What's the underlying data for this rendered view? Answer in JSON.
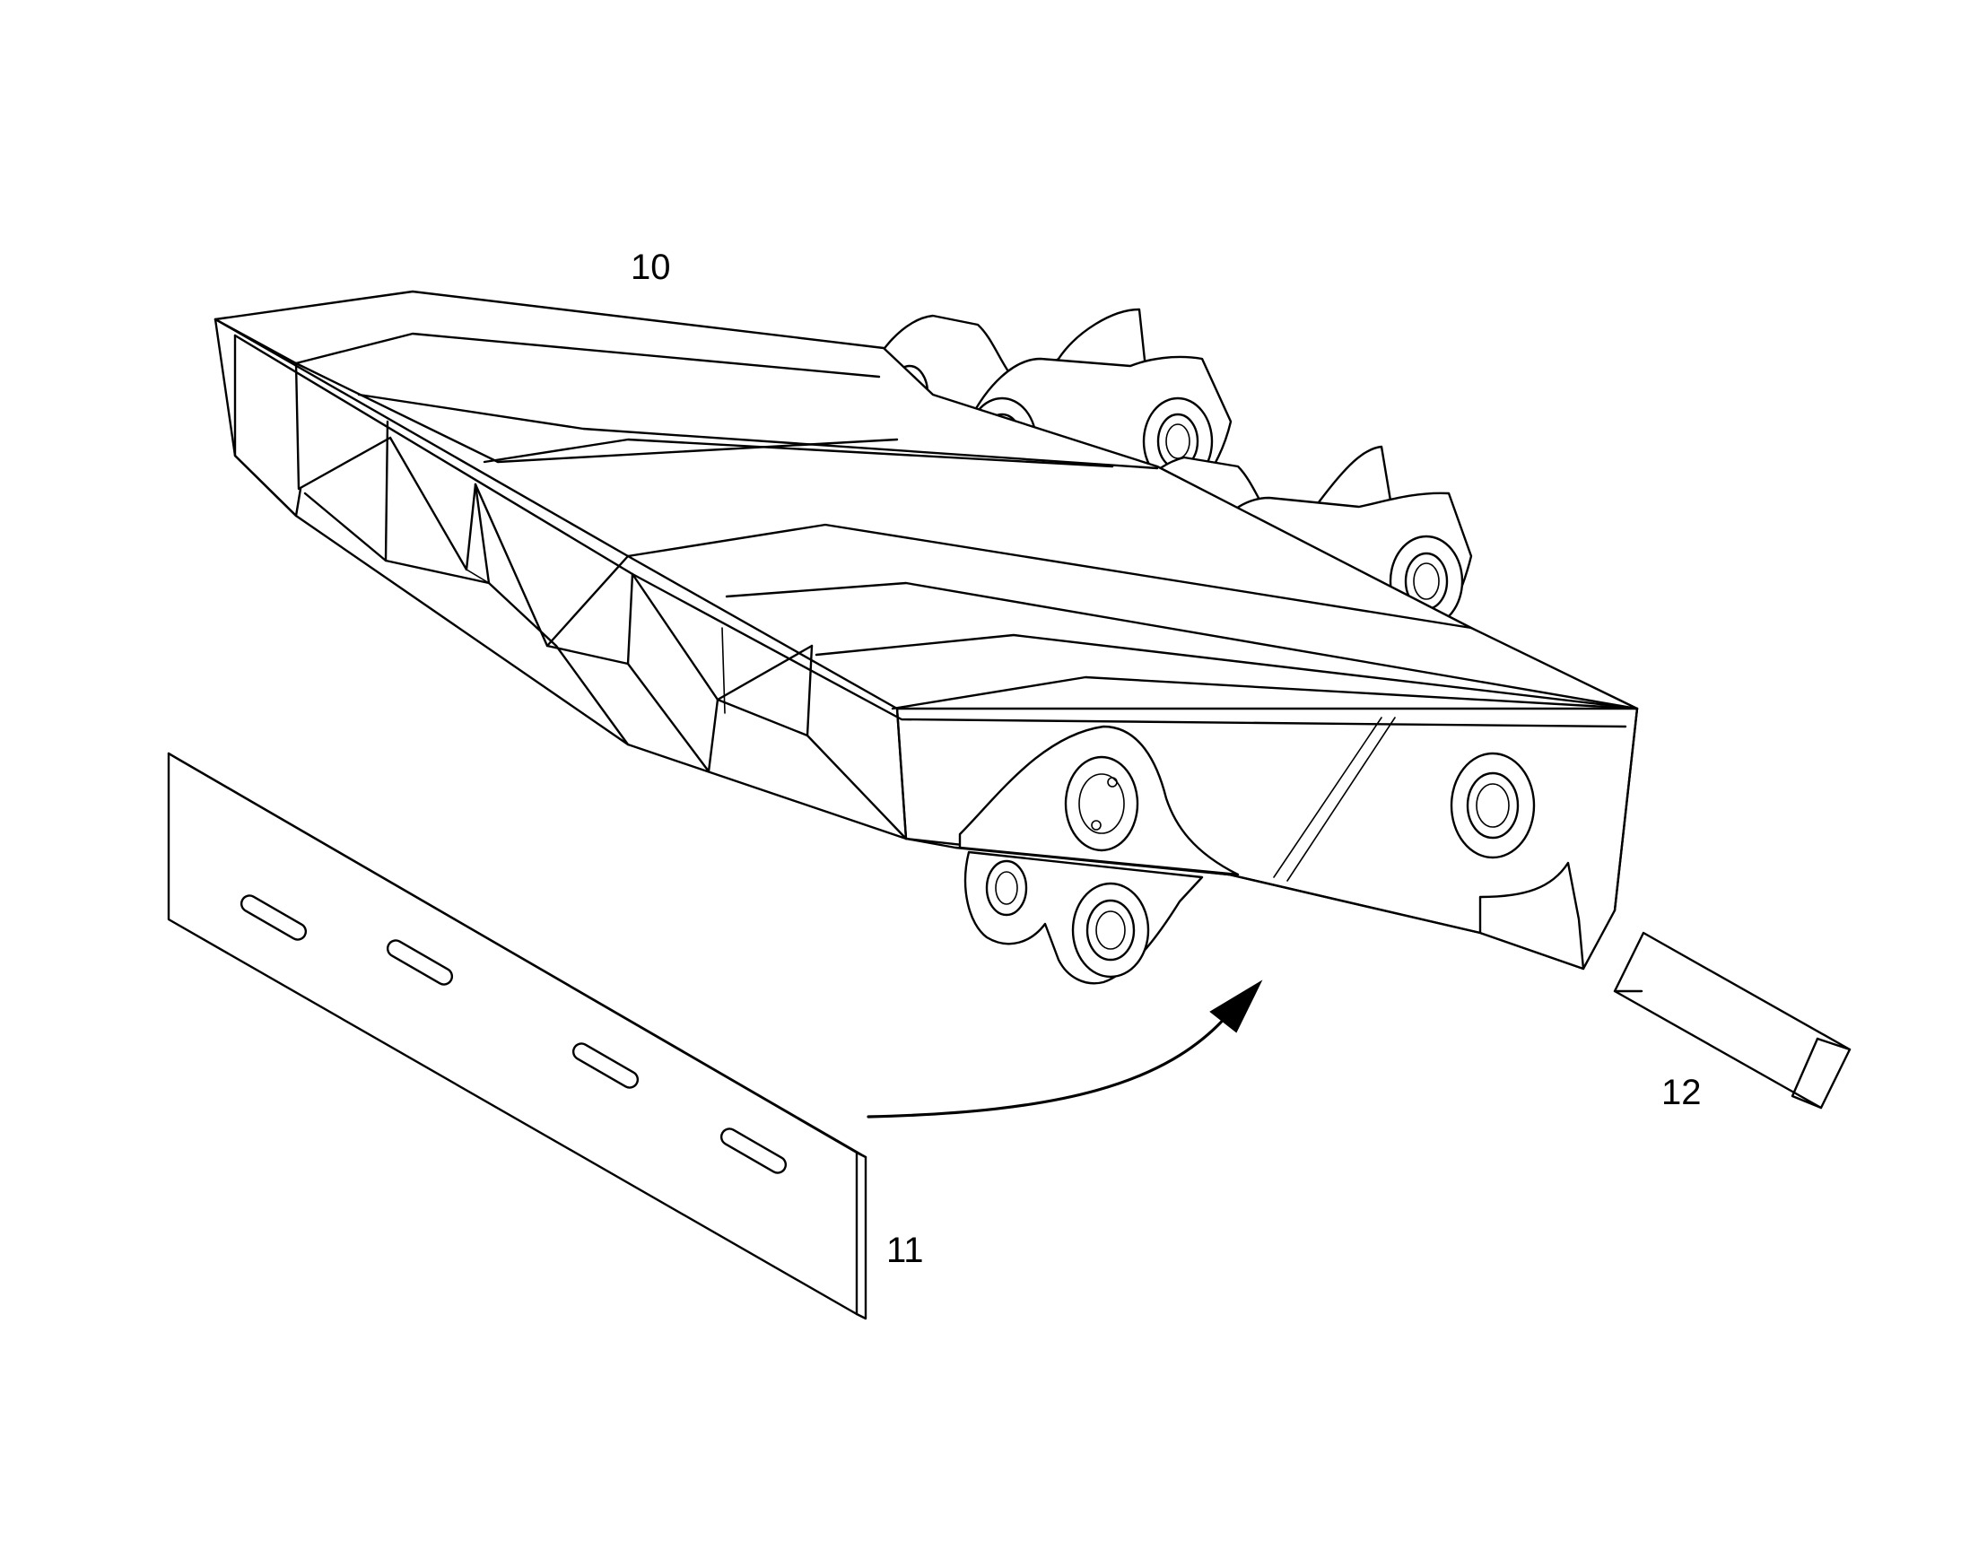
{
  "figure": {
    "reference_numerals": {
      "frame": "10",
      "side_plate": "11",
      "bar": "12"
    },
    "line_color": "#000000",
    "background_color": "#ffffff"
  }
}
